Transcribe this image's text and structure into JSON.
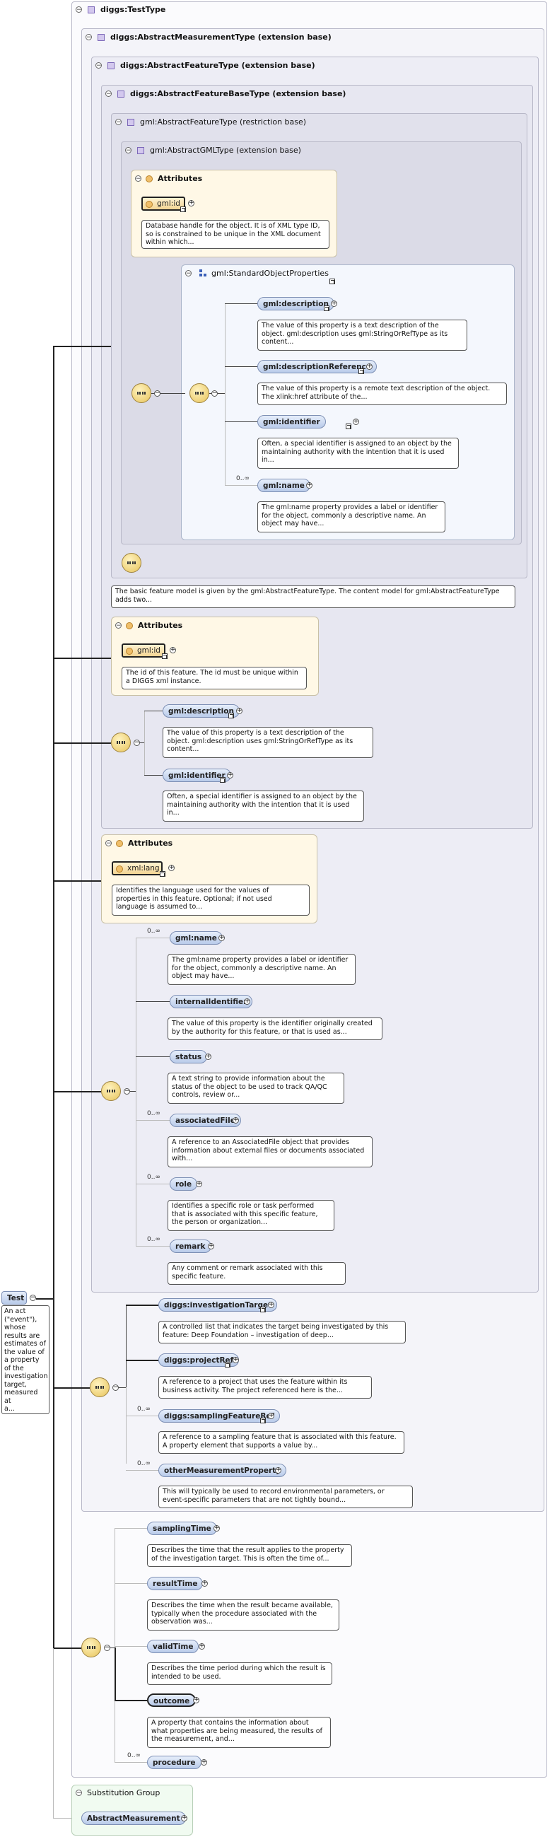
{
  "root": {
    "name": "Test",
    "note": [
      "An act",
      "(\"event\"),",
      "whose",
      "results are",
      "estimates of",
      "the value of",
      "a property",
      "of the",
      "investigation",
      " target,",
      "measured at",
      "a..."
    ]
  },
  "boxes": {
    "test_type": "diggs:TestType",
    "abs_measurement": "diggs:AbstractMeasurementType (extension base)",
    "abs_feature": "diggs:AbstractFeatureType (extension base)",
    "abs_feature_base": "diggs:AbstractFeatureBaseType (extension base)",
    "gml_feature": "gml:AbstractFeatureType (restriction base)",
    "gml_gml": "gml:AbstractGMLType (extension base)"
  },
  "attr_gml": {
    "title": "Attributes",
    "item": "gml:id",
    "doc": [
      "Database handle for the object. It is of XML type ID,",
      "so is constrained to be unique in the XML document",
      "within which..."
    ]
  },
  "std_props": {
    "title": "gml:StandardObjectProperties",
    "items": [
      {
        "name": "gml:description",
        "doc": [
          "The value of this property is a text description of the",
          "object. gml:description uses gml:StringOrRefType as its",
          "content..."
        ]
      },
      {
        "name": "gml:descriptionReference",
        "doc": [
          "The value of this property is a remote text description of the object.",
          "The xlink:href attribute of the..."
        ]
      },
      {
        "name": "gml:identifier",
        "doc": [
          "Often, a special identifier is assigned to an object by the",
          "maintaining authority with the intention that it is used",
          "in..."
        ]
      },
      {
        "name": "gml:name",
        "card": "0..∞",
        "doc": [
          "The gml:name property provides a label or identifier",
          "for the object, commonly a descriptive name. An",
          "object may have..."
        ]
      }
    ]
  },
  "feature_doc": [
    "The basic feature model is given by the gml:AbstractFeatureType. The content model for gml:AbstractFeatureType",
    "adds two..."
  ],
  "attr_feature": {
    "title": "Attributes",
    "item": "gml:id",
    "doc": [
      "The id of this feature. The id must be unique within",
      "a DIGGS xml instance."
    ]
  },
  "base_seq": [
    {
      "name": "gml:description",
      "doc": [
        "The value of this property is a text description of the",
        "object. gml:description uses gml:StringOrRefType as its",
        "content..."
      ]
    },
    {
      "name": "gml:identifier",
      "doc": [
        "Often, a special identifier is assigned to an object by the",
        "maintaining authority with the intention that it is used",
        "in..."
      ]
    }
  ],
  "attr_lang": {
    "title": "Attributes",
    "item": "xml:lang",
    "doc": [
      "Identifies the language used for the values of",
      "properties in this feature. Optional; if not used",
      "language is assumed to..."
    ]
  },
  "feat_seq": [
    {
      "name": "gml:name",
      "card": "0..∞",
      "doc": [
        "The gml:name property provides a label or identifier",
        "for the object, commonly a descriptive name. An",
        "object may have..."
      ]
    },
    {
      "name": "internalIdentifier",
      "doc": [
        "The value of this property is the identifier originally created",
        "by the authority for this feature, or that is used as..."
      ]
    },
    {
      "name": "status",
      "doc": [
        "A text string to provide information about the",
        "status of the object to be used to track QA/QC",
        "controls, review or..."
      ]
    },
    {
      "name": "associatedFile",
      "card": "0..∞",
      "doc": [
        "A reference to an AssociatedFile object that provides",
        "information about external files or documents associated",
        "with..."
      ]
    },
    {
      "name": "role",
      "card": "0..∞",
      "doc": [
        "Identifies a specific role or task performed",
        "that is associated with this specific feature,",
        "the person or organization..."
      ]
    },
    {
      "name": "remark",
      "card": "0..∞",
      "doc": [
        "Any comment or remark associated with this",
        "specific feature."
      ]
    }
  ],
  "meas_seq": [
    {
      "name": "diggs:investigationTarget",
      "doc": [
        "A controlled list that indicates the target being investigated by this",
        "feature: Deep Foundation – investigation of deep..."
      ]
    },
    {
      "name": "diggs:projectRef",
      "doc": [
        "A reference to a project that uses the feature within its",
        "business activity. The project referenced here is the..."
      ]
    },
    {
      "name": "diggs:samplingFeatureRef",
      "card": "0..∞",
      "doc": [
        "A reference to a sampling feature that is associated with this feature.",
        "A property element that supports a value by..."
      ]
    },
    {
      "name": "otherMeasurementProperty",
      "card": "0..∞",
      "doc": [
        "This will typically be used to record environmental parameters, or",
        "event-specific parameters that are not tightly bound..."
      ]
    }
  ],
  "test_seq": [
    {
      "name": "samplingTime",
      "doc": [
        "Describes the time that the result applies to the property",
        "of the investigation target. This is often the time of..."
      ]
    },
    {
      "name": "resultTime",
      "doc": [
        "Describes the time when the result became available,",
        "typically when the procedure associated with the",
        "observation was..."
      ]
    },
    {
      "name": "validTime",
      "doc": [
        "Describes the time period during which the result is",
        "intended to be used."
      ]
    },
    {
      "name": "outcome",
      "doc": [
        "A property that contains the information about",
        "what properties are being measured, the results of",
        "the measurement, and..."
      ]
    },
    {
      "name": "procedure",
      "card": "0..∞"
    }
  ],
  "substitution": {
    "title": "Substitution Group",
    "item": "AbstractMeasurement"
  }
}
